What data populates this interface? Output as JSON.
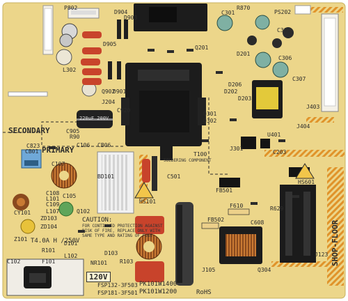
{
  "board": {
    "section_labels": {
      "secondary": "SECONDARY",
      "primary": "PRIMARY",
      "shop_floor": "SHOP-FLOOR",
      "rohs": "RoHS",
      "soldering": "SOLDERING COMPONENT"
    },
    "caution": {
      "title": "CAUTION:",
      "line1": "FOR CONTINUED PROTECTION AGAINST",
      "line2": "RISK OF FIRE, REPLACE ONLY WITH",
      "line3": "SAME TYPE AND RATING OF FUSE"
    },
    "fuse_rating": "T4.0A H /250V",
    "voltage": "120V",
    "part_numbers": {
      "a_code": "FSP132-3F503",
      "a_model": "PK101W1400",
      "b_code": "FSP181-3F501",
      "b_model": "PK101W1200"
    },
    "cap_marking": "220uF 200V",
    "component_refs": {
      "top_row": [
        "P802",
        "D904",
        "D903",
        "C301",
        "R870",
        "PS202"
      ],
      "upper": [
        "C905",
        "D905",
        "L302",
        "Q902",
        "D901",
        "J204",
        "C920",
        "R90",
        "C306",
        "C307",
        "C303"
      ],
      "middle": [
        "Q301",
        "Q302",
        "J301",
        "Q201",
        "D201",
        "D206",
        "D202",
        "D203",
        "U401",
        "C203",
        "J404",
        "J403"
      ],
      "primary": [
        "CB01",
        "C823",
        "C108",
        "L101",
        "C109",
        "BD101",
        "C106",
        "C107",
        "CB06",
        "C105"
      ],
      "lower": [
        "R101",
        "L102",
        "D101",
        "ZD103",
        "ZD104",
        "L107",
        "Z101",
        "CY101",
        "D103",
        "C102",
        "NR101",
        "R103",
        "F101",
        "Q102"
      ],
      "right": [
        "HS601",
        "R629",
        "C608",
        "F610",
        "Q304",
        "J105",
        "T100",
        "J123"
      ],
      "heatsink": [
        "HS101",
        "FB501",
        "FB502",
        "C501"
      ]
    }
  },
  "colors": {
    "board": "#ecd68a",
    "silkscreen": "#2b2b2b",
    "hatch": "#e0932a",
    "heatsink": "#1b1b1b",
    "film_cap": "#c8432b",
    "electrolytic": "#7fb0a3"
  }
}
